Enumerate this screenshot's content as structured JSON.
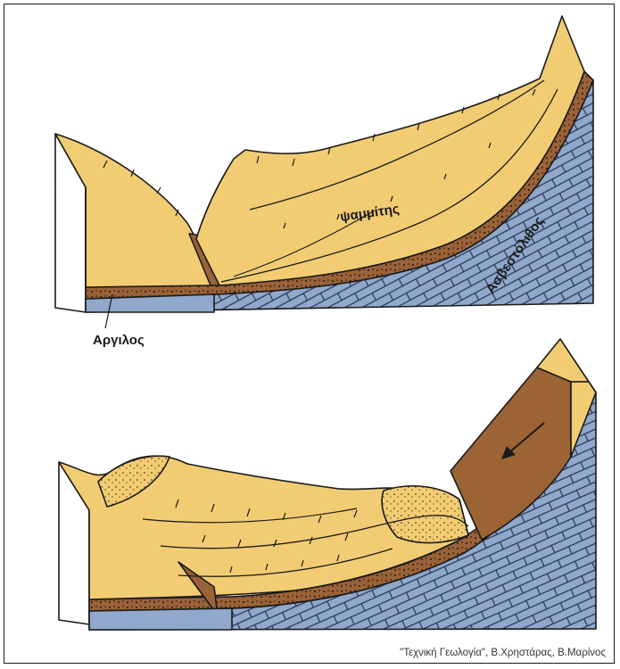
{
  "colors": {
    "sandstone": "#f1cc73",
    "limestone": "#8fa8cc",
    "clay": "#9a6238",
    "slide_block": "#9c6434",
    "side_white": "#ffffff",
    "ink": "#1a1a1a"
  },
  "labels": {
    "sandstone": "ψαμμίτης",
    "limestone": "Ασβεστόλιθος",
    "clay": "Αργιλος"
  },
  "caption": "\"Τεχνική Γεωλογία\", Β.Χρηστάρας, Β.Μαρίνος",
  "icons": {
    "slide_arrow": "arrow-down-left-icon"
  }
}
